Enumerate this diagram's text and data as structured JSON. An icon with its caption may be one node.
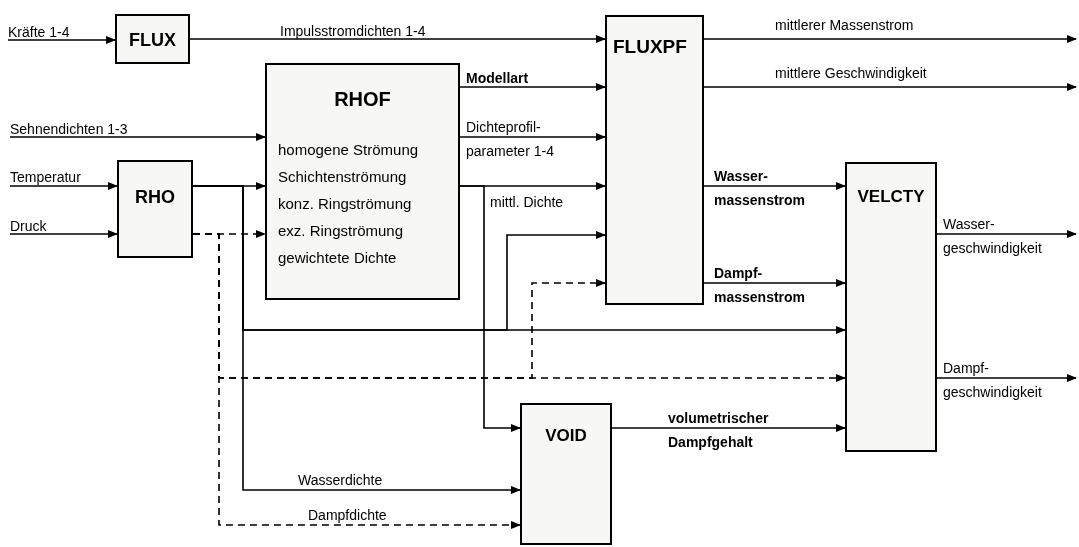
{
  "diagram": {
    "nodes": [
      {
        "text": [
          "FLUX"
        ]
      },
      {
        "text": [
          "RHOF",
          "homogene Strömung",
          "Schichtenströmung",
          "konz. Ringströmung",
          "exz. Ringströmung",
          "gewichtete Dichte"
        ]
      },
      {
        "text": [
          "RHO"
        ]
      },
      {
        "text": [
          "FLUXPF"
        ]
      },
      {
        "text": [
          "VELCTY"
        ]
      },
      {
        "text": [
          "VOID"
        ]
      }
    ],
    "edges": [
      {
        "from": null,
        "to": 0,
        "arrow": "to",
        "label": "Kräfte 1-4"
      },
      {
        "from": 0,
        "to": 3,
        "arrow": "to",
        "label": "Impulsstromdichten 1-4"
      },
      {
        "from": null,
        "to": 1,
        "arrow": "to",
        "label": "Sehnendichten 1-3"
      },
      {
        "from": null,
        "to": 2,
        "arrow": "to",
        "label": "Temperatur"
      },
      {
        "from": null,
        "to": 2,
        "arrow": "to",
        "label": "Druck"
      },
      {
        "from": 2,
        "to": 1,
        "arrow": "to"
      },
      {
        "from": 2,
        "to": 1,
        "arrow": "to",
        "style": "dashed"
      },
      {
        "from": 2,
        "to": 3,
        "arrow": "to"
      },
      {
        "from": 2,
        "to": 4,
        "arrow": "to"
      },
      {
        "from": 2,
        "to": 5,
        "arrow": "to",
        "label": "Wasserdichte"
      },
      {
        "from": 2,
        "to": 3,
        "arrow": "to",
        "style": "dashed"
      },
      {
        "from": 2,
        "to": 4,
        "arrow": "to",
        "style": "dashed"
      },
      {
        "from": 2,
        "to": 5,
        "arrow": "to",
        "style": "dashed",
        "label": "Dampfdichte"
      },
      {
        "from": 1,
        "to": 3,
        "arrow": "to",
        "label": "Modellart"
      },
      {
        "from": 1,
        "to": 3,
        "arrow": "to",
        "label": "Dichteprofil- parameter 1-4"
      },
      {
        "from": 1,
        "to": 3,
        "arrow": "to",
        "label": "mittl. Dichte"
      },
      {
        "from": 1,
        "to": 5,
        "arrow": "to"
      },
      {
        "from": 3,
        "to": null,
        "arrow": "to",
        "label": "mittlerer Massenstrom"
      },
      {
        "from": 3,
        "to": null,
        "arrow": "to",
        "label": "mittlere Geschwindigkeit"
      },
      {
        "from": 3,
        "to": 4,
        "arrow": "to",
        "label": "Wasser- massenstrom"
      },
      {
        "from": 3,
        "to": 4,
        "arrow": "to",
        "label": "Dampf- massenstrom"
      },
      {
        "from": 5,
        "to": 4,
        "arrow": "to",
        "label": "volumetrischer Dampfgehalt"
      },
      {
        "from": 4,
        "to": null,
        "arrow": "to",
        "label": "Wasser- geschwindigkeit"
      },
      {
        "from": 4,
        "to": null,
        "arrow": "to",
        "label": "Dampf- geschwindigkeit"
      }
    ]
  }
}
